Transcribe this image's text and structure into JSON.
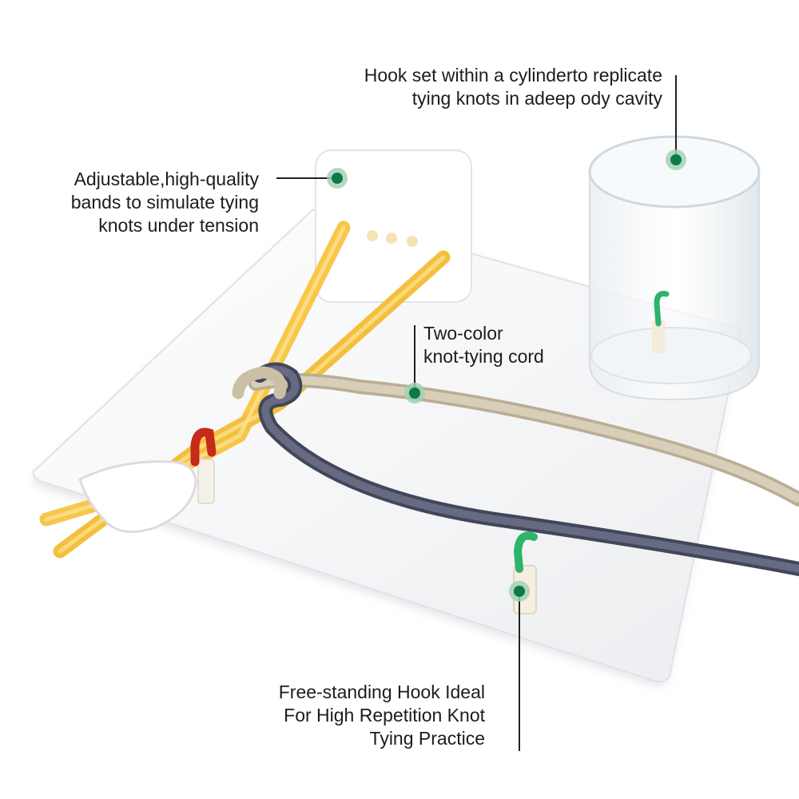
{
  "colors": {
    "marker": "#0b7a46",
    "marker_ring": "#9fd0b4",
    "band": "#f7c74a",
    "cord_light": "#cbbfa6",
    "cord_dark": "#4e5266",
    "hook_green": "#2db36b",
    "hook_red": "#c62a1a",
    "acrylic": "#f3f3f5"
  },
  "callouts": {
    "cylinder": {
      "lines": [
        "Hook set within a cylinderto replicate",
        "tying knots in adeep ody cavity"
      ],
      "icon": "marker-dot"
    },
    "bands": {
      "lines": [
        "Adjustable,high-quality",
        "bands to simulate tying",
        "knots under tension"
      ],
      "icon": "marker-dot"
    },
    "cord": {
      "lines": [
        "Two-color",
        "knot-tying cord"
      ],
      "icon": "marker-dot"
    },
    "hook": {
      "lines": [
        "Free-standing Hook Ideal",
        "For High Repetition Knot",
        "Tying Practice"
      ],
      "icon": "marker-dot"
    }
  }
}
